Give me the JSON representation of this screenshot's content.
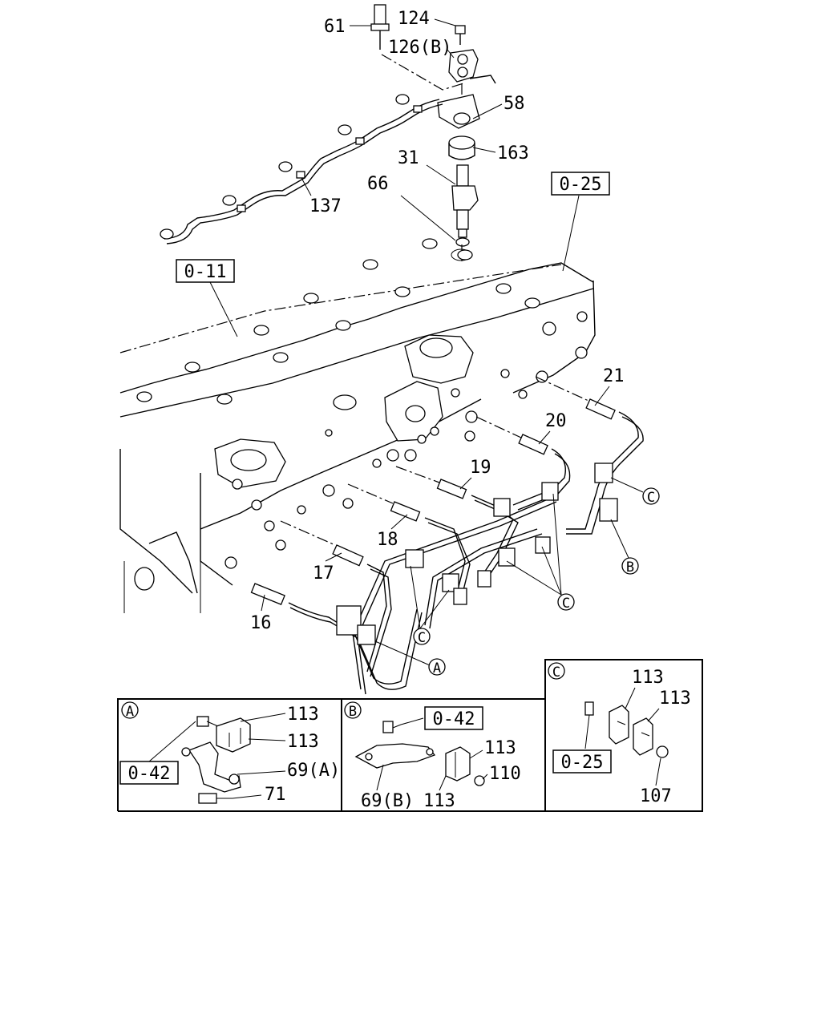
{
  "refs": {
    "r1": "0-25",
    "r2": "0-11",
    "r3": "0-42",
    "r4": "0-42",
    "r5": "0-25"
  },
  "callouts": {
    "c61": "61",
    "c124": "124",
    "c126": "126(B)",
    "c58": "58",
    "c163": "163",
    "c31": "31",
    "c66": "66",
    "c137": "137",
    "c21": "21",
    "c20": "20",
    "c19": "19",
    "c18": "18",
    "c17": "17",
    "c16": "16"
  },
  "markers": {
    "mC1": "C",
    "mB": "B",
    "mC2": "C",
    "mC3": "C",
    "mA": "A"
  },
  "panels": {
    "a": {
      "marker": "A",
      "labels": [
        "113",
        "113",
        "69(A)",
        "71"
      ]
    },
    "b": {
      "marker": "B",
      "labels": [
        "113",
        "110",
        "69(B)",
        "113"
      ]
    },
    "c": {
      "marker": "C",
      "labels": [
        "113",
        "113",
        "107"
      ]
    }
  }
}
